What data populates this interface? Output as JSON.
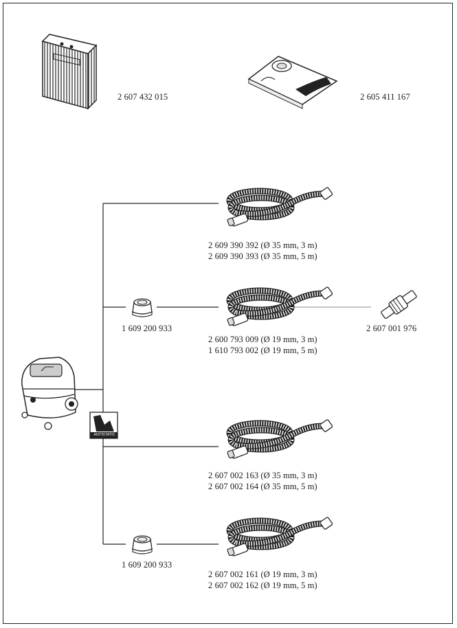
{
  "accessories": {
    "filter": {
      "part_number": "2 607 432 015"
    },
    "dust_bag": {
      "part_number": "2 605 411 167"
    },
    "hose_1": {
      "line1": "2 609 390 392 (Ø 35 mm, 3 m)",
      "line2": "2 609 390 393 (Ø 35 mm, 5 m)"
    },
    "adapter_1": {
      "part_number": "1 609 200 933"
    },
    "hose_2": {
      "line1": "2 600 793 009 (Ø 19 mm, 3 m)",
      "line2": "1 610 793 002 (Ø 19 mm, 5 m)"
    },
    "connector": {
      "part_number": "2 607 001 976"
    },
    "antistatic_badge": {
      "label": "ANTISTATIC"
    },
    "hose_3": {
      "line1": "2 607 002 163 (Ø 35 mm, 3 m)",
      "line2": "2 607 002 164 (Ø 35 mm, 5 m)"
    },
    "adapter_2": {
      "part_number": "1 609 200 933"
    },
    "hose_4": {
      "line1": "2 607 002 161 (Ø 19 mm, 3 m)",
      "line2": "2 607 002 162 (Ø 19 mm, 5 m)"
    }
  }
}
